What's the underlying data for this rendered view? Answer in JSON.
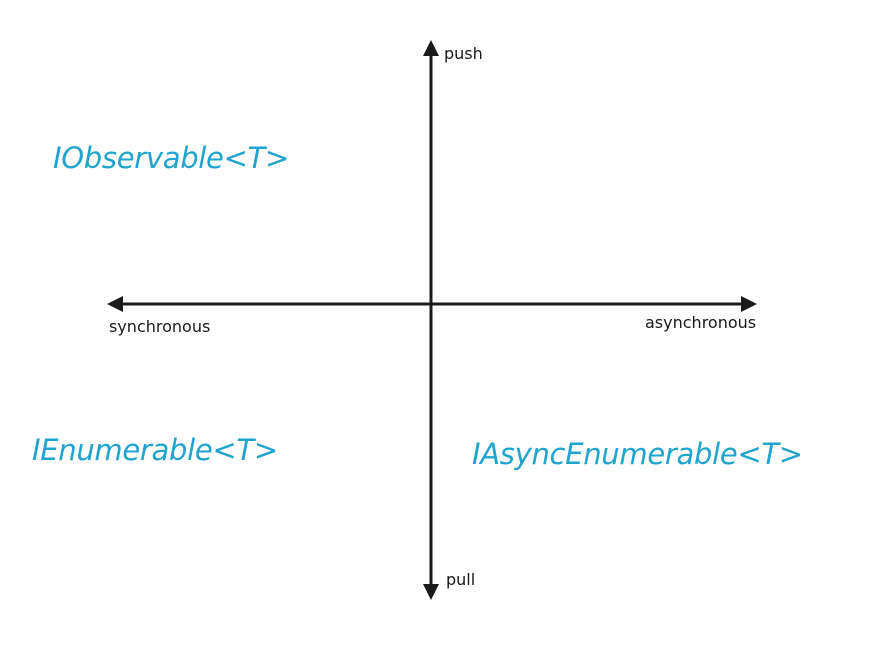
{
  "axes": {
    "vertical_top": "push",
    "vertical_bottom": "pull",
    "horizontal_left": "synchronous",
    "horizontal_right": "asynchronous"
  },
  "quadrants": {
    "top_left": "IObservable<T>",
    "bottom_left": "IEnumerable<T>",
    "bottom_right": "IAsyncEnumerable<T>"
  },
  "colors": {
    "axis": "#1a1a1a",
    "label": "#1fa3cf"
  }
}
